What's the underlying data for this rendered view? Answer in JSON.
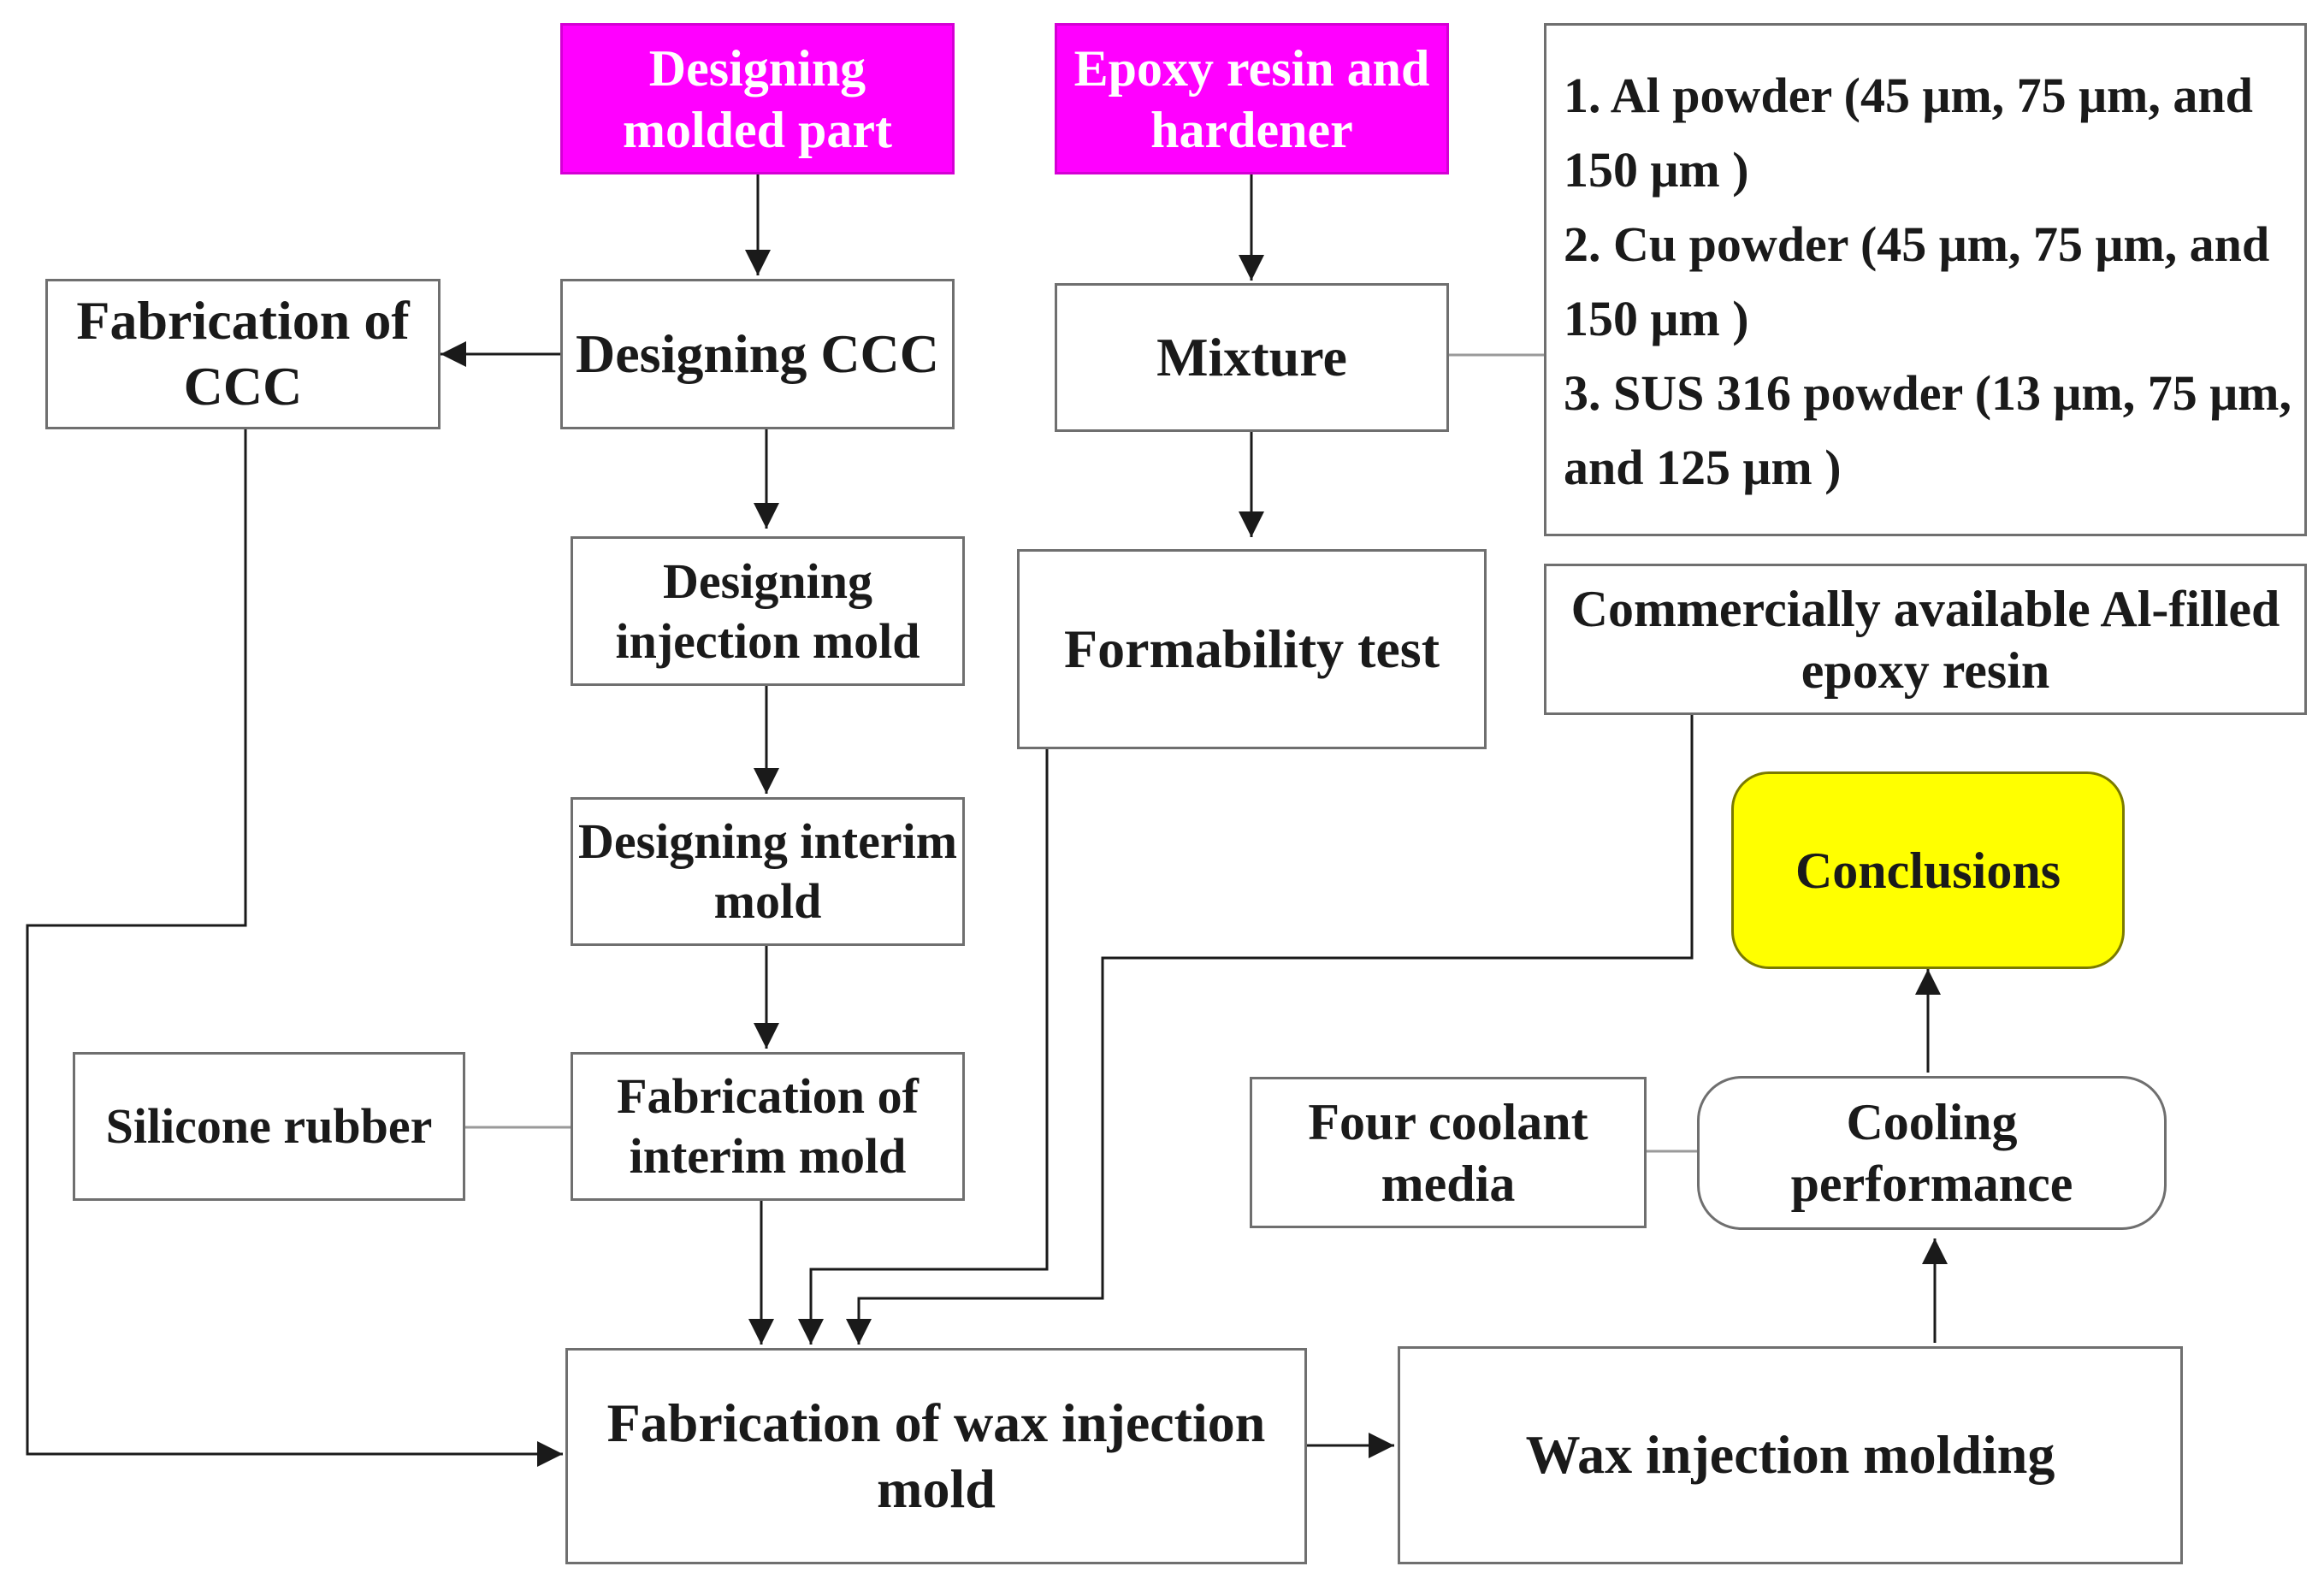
{
  "nodes": {
    "designing_molded_part": "Designing molded part",
    "epoxy_resin_hardener": "Epoxy resin and hardener",
    "powders_list": [
      "1. Al powder (45 μm, 75 μm, and 150 μm )",
      "2. Cu powder (45 μm, 75 μm, and 150 μm )",
      "3. SUS 316 powder  (13 μm, 75 μm, and 125 μm )"
    ],
    "fabrication_ccc": "Fabrication of CCC",
    "designing_ccc": "Designing CCC",
    "mixture": "Mixture",
    "designing_injection_mold": "Designing injection mold",
    "formability_test": "Formability test",
    "commercial_epoxy": "Commercially available Al-filled epoxy resin",
    "designing_interim_mold": "Designing interim mold",
    "conclusions": "Conclusions",
    "silicone_rubber": "Silicone rubber",
    "fabrication_interim_mold": "Fabrication of interim mold",
    "four_coolant_media": "Four coolant media",
    "cooling_performance": "Cooling performance",
    "fabrication_wax_mold": "Fabrication of wax injection mold",
    "wax_injection_molding": "Wax injection molding"
  },
  "colors": {
    "start_fill": "#ff00ff",
    "end_fill": "#ffff00",
    "line": "#1a1a1a",
    "border": "#6f6f6f"
  }
}
